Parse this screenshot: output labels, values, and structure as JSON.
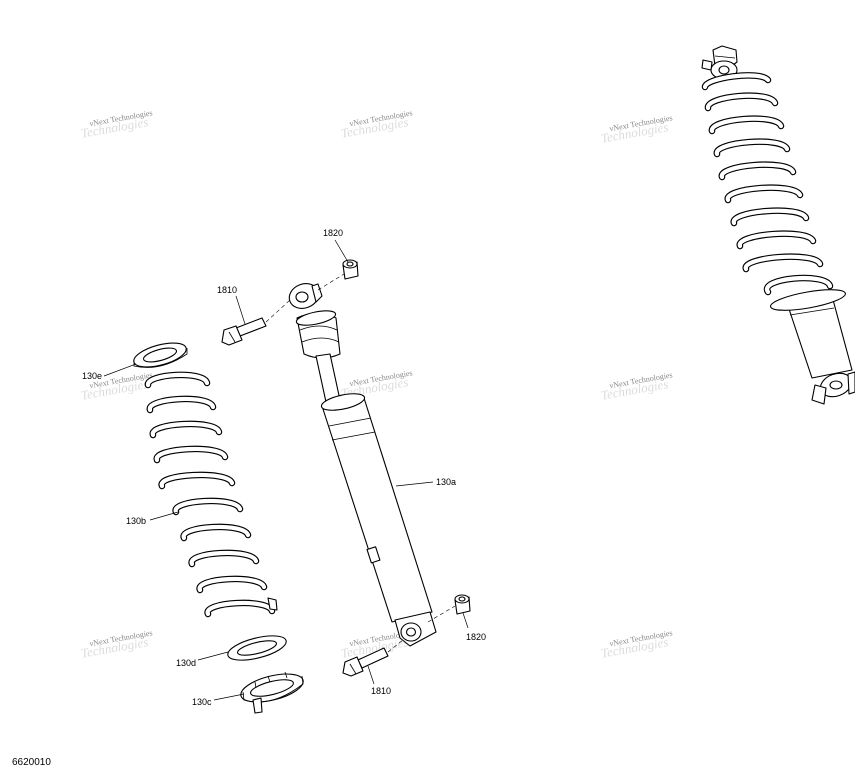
{
  "figure_id": "6620010",
  "watermark_text": "vNext Technologies",
  "callouts": {
    "c1820_top": "1820",
    "c1810_top": "1810",
    "c130e": "130e",
    "c130a": "130a",
    "c130b": "130b",
    "c1820_bottom": "1820",
    "c130d": "130d",
    "c1810_bottom": "1810",
    "c130c": "130c"
  }
}
